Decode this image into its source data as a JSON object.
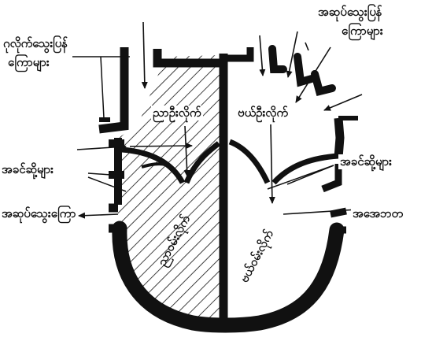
{
  "labels": {
    "top_right_1": "အဆုပ်သွေးပြန်",
    "top_right_2": "ကြောများ",
    "top_left_1": "ဂုလိုက်သွေးပြန်",
    "top_left_2": "ကြောများ",
    "right_atrium": "ညာဦးလိုက်",
    "left_atrium": "ဗယ်ဦးလိုက်",
    "valves_left": "အခင်ဆို့များ",
    "valves_right": "အခင်ဆို့များ",
    "pulmonary_artery": "အဆုပ်သွေးကြော",
    "aorta": "အအေဘတ",
    "right_ventricle": "ညာဝမ်းလိုက်",
    "left_ventricle": "ဗယ်ဝမ်းလိုက်"
  }
}
